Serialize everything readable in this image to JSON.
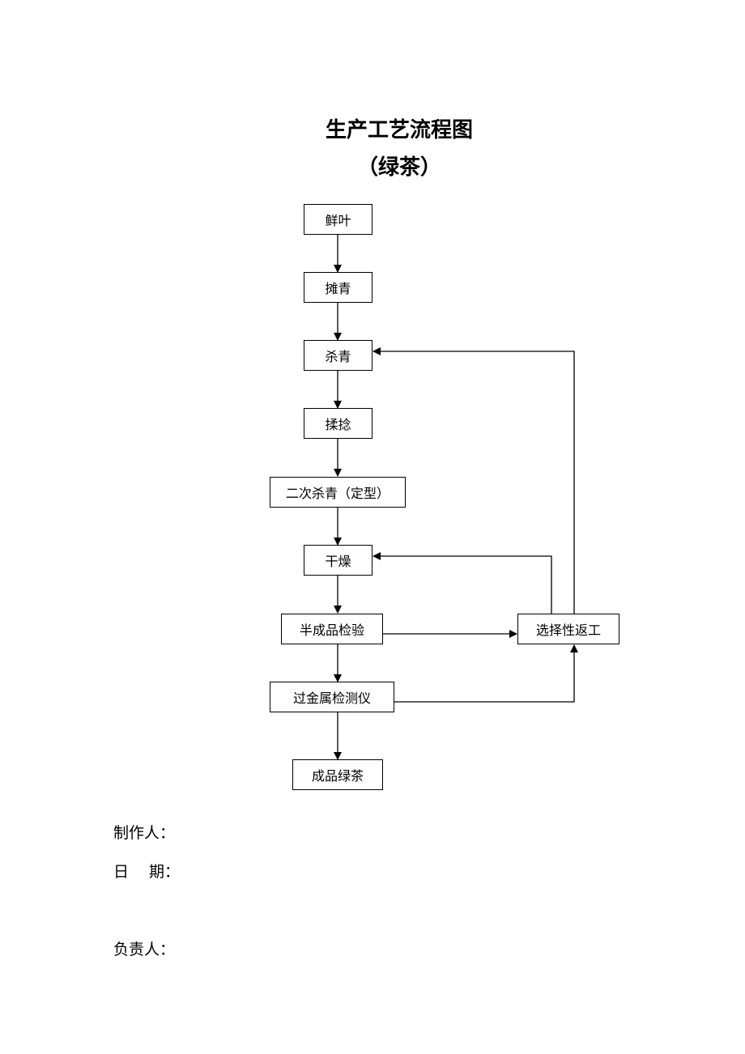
{
  "document": {
    "title": "生产工艺流程图",
    "subtitle": "（绿茶）"
  },
  "nodes": {
    "fresh_leaves": "鲜叶",
    "spreading": "摊青",
    "fixing": "杀青",
    "rolling": "揉捻",
    "second_fixing": "二次杀青（定型）",
    "drying": "干燥",
    "semi_inspection": "半成品检验",
    "metal_detector": "过金属检测仪",
    "finished_tea": "成品绿茶",
    "selective_rework": "选择性返工"
  },
  "edges": [
    {
      "from": "fresh_leaves",
      "to": "spreading"
    },
    {
      "from": "spreading",
      "to": "fixing"
    },
    {
      "from": "fixing",
      "to": "rolling"
    },
    {
      "from": "rolling",
      "to": "second_fixing"
    },
    {
      "from": "second_fixing",
      "to": "drying"
    },
    {
      "from": "drying",
      "to": "semi_inspection"
    },
    {
      "from": "semi_inspection",
      "to": "metal_detector"
    },
    {
      "from": "metal_detector",
      "to": "finished_tea"
    },
    {
      "from": "semi_inspection",
      "to": "selective_rework"
    },
    {
      "from": "metal_detector",
      "to": "selective_rework"
    },
    {
      "from": "selective_rework",
      "to": "drying"
    },
    {
      "from": "selective_rework",
      "to": "fixing"
    }
  ],
  "signatures": {
    "maker": "制作人：",
    "date": "日　 期：",
    "responsible": "负责人："
  }
}
